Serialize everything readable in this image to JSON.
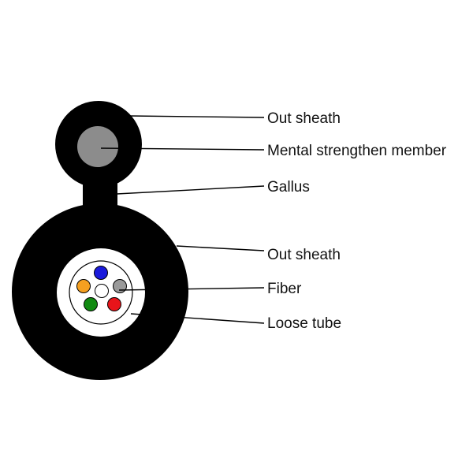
{
  "labels": {
    "out_sheath_top": "Out sheath",
    "metal_member": "Mental strengthen member",
    "gallus": "Gallus",
    "out_sheath_bottom": "Out sheath",
    "fiber": "Fiber",
    "loose_tube": "Loose tube"
  },
  "colors": {
    "sheath": "#000000",
    "metal_member": "#8c8c8c",
    "tube_interior": "#ffffff",
    "fiber_blue": "#1a1adb",
    "fiber_gray": "#9a9a9a",
    "fiber_orange": "#f5a020",
    "fiber_center": "#ffffff",
    "fiber_green": "#118a11",
    "fiber_red": "#e8141a"
  }
}
